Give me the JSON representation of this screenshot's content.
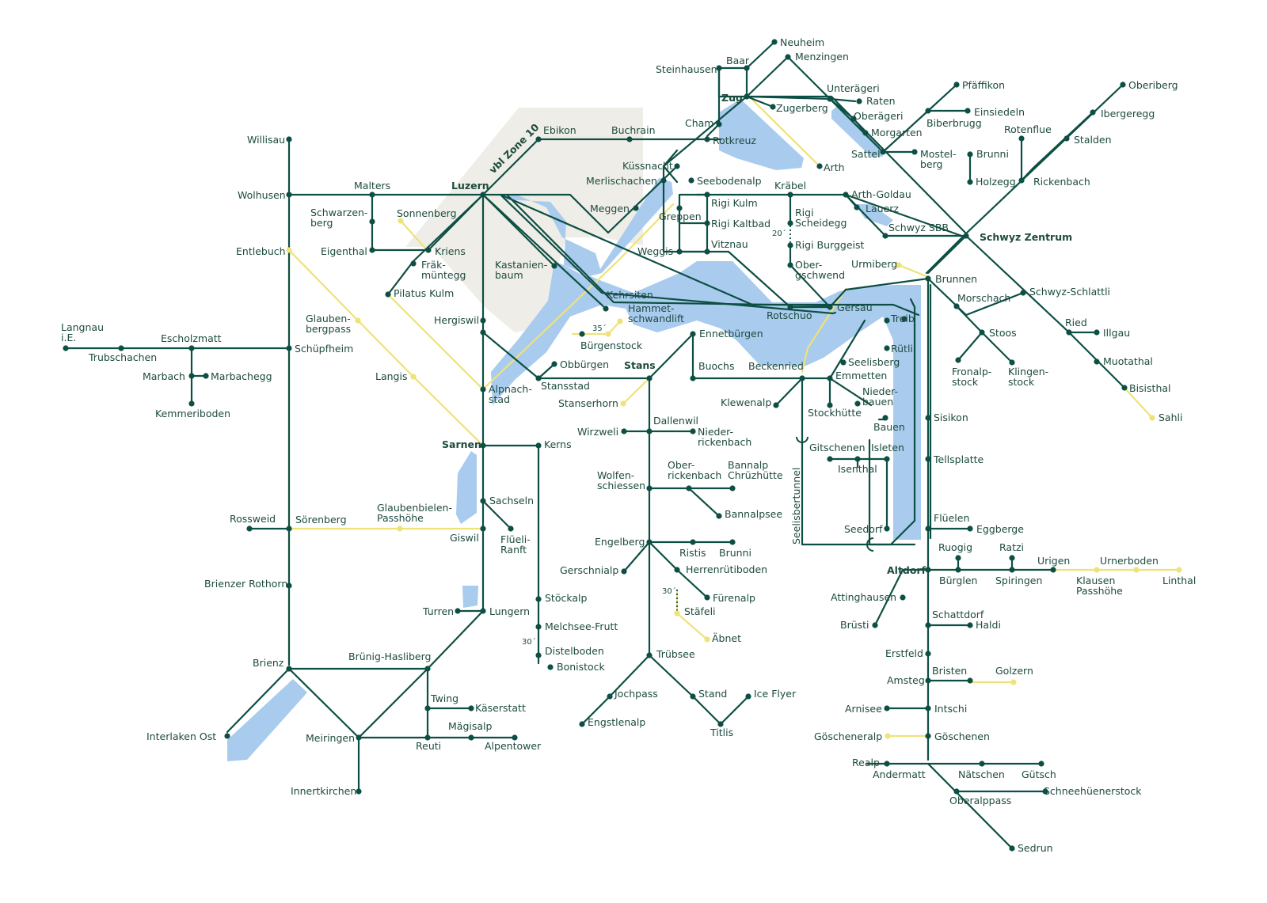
{
  "colors": {
    "line": "#0d4f44",
    "seasonal": "#eee27a",
    "water": "#a9cbee",
    "zone": "#efede7",
    "text": "#1d4b3e",
    "background": "#ffffff"
  },
  "zone": {
    "label": "vbl Zone 10"
  },
  "tunnel": {
    "label": "Seelisbertunnel"
  },
  "headways": {
    "burgenstock": "35´",
    "rigi": "20´",
    "stafeli": "30´",
    "melchsee": "30´"
  },
  "stations": {
    "neuheim": "Neuheim",
    "baar": "Baar",
    "menzingen": "Menzingen",
    "steinhausen": "Steinhausen",
    "zug": "Zug",
    "unterageri": "Unterägeri",
    "raten": "Raten",
    "zugerberg": "Zugerberg",
    "oberageri": "Oberägeri",
    "morgarten": "Morgarten",
    "cham": "Cham",
    "rotkreuz": "Rotkreuz",
    "arth": "Arth",
    "sattel": "Sattel",
    "mostelberg": "Mostel-\nberg",
    "pfaffikon": "Pfäffikon",
    "einsiedeln": "Einsiedeln",
    "biberbrugg": "Biberbrugg",
    "oberiberg": "Oberiberg",
    "ibergeregg": "Ibergeregg",
    "rotenflue": "Rotenflue",
    "stalden": "Stalden",
    "brunni_sz": "Brunni",
    "holzegg": "Holzegg",
    "rickenbach": "Rickenbach",
    "willisau": "Willisau",
    "ebikon": "Ebikon",
    "buchrain": "Buchrain",
    "kussnacht": "Küssnacht",
    "merlischachen": "Merlischachen",
    "seebodenalp": "Seebodenalp",
    "krabel": "Kräbel",
    "arthgoldau": "Arth-Goldau",
    "lauerz": "Lauerz",
    "wolhusen": "Wolhusen",
    "malters": "Malters",
    "luzern": "Luzern",
    "meggen": "Meggen",
    "rigikulm": "Rigi Kulm",
    "greppen": "Greppen",
    "rigikaltbad": "Rigi Kaltbad",
    "rigischeidegg": "Rigi\nScheidegg",
    "schwyzsbb": "Schwyz SBB",
    "schwyzzentrum": "Schwyz Zentrum",
    "schwarzenberg": "Schwarzen-\nberg",
    "sonnenberg": "Sonnenberg",
    "entlebuch": "Entlebuch",
    "eigenthal": "Eigenthal",
    "kriens": "Kriens",
    "weggis": "Weggis",
    "vitznau": "Vitznau",
    "rigiburggeist": "Rigi Burggeist",
    "frakmuntegg": "Fräk-\nmüntegg",
    "kastanienbaum": "Kastanien-\nbaum",
    "obergschwend": "Ober-\ngschwend",
    "urmiberg": "Urmiberg",
    "brunnen": "Brunnen",
    "pilatuskulm": "Pilatus Kulm",
    "schwyzschlattli": "Schwyz-Schlattli",
    "kehrsiten": "Kehrsiten",
    "morschach": "Morschach",
    "hammetschwandlift": "Hammet-\nschwandlift",
    "rotschuo": "Rotschuo",
    "gersau": "Gersau",
    "treib": "Treib",
    "ried": "Ried",
    "langnau": "Langnau\ni.E.",
    "glaubenbergpass": "Glauben-\nbergpass",
    "hergiswil": "Hergiswil",
    "illgau": "Illgau",
    "stoos": "Stoos",
    "escholzmatt": "Escholzmatt",
    "burgenstock": "Bürgenstock",
    "ennetburgen": "Ennetbürgen",
    "schupfheim": "Schüpfheim",
    "trubschachen": "Trubschachen",
    "rutli": "Rütli",
    "muotathal": "Muotathal",
    "seelisberg": "Seelisberg",
    "obburgen": "Obbürgen",
    "stans": "Stans",
    "buochs": "Buochs",
    "beckenried": "Beckenried",
    "marbach": "Marbach",
    "marbachegg": "Marbachegg",
    "langis": "Langis",
    "emmetten": "Emmetten",
    "fronalpstock": "Fronalp-\nstock",
    "klingenstock": "Klingen-\nstock",
    "stansstad": "Stansstad",
    "alpnachstad": "Alpnach-\nstad",
    "niederbauen": "Nieder-\nbauen",
    "bisisthal": "Bisisthal",
    "klewenalp": "Klewenalp",
    "stanserhorn": "Stanserhorn",
    "kemmeriboden": "Kemmeriboden",
    "stockhutte": "Stockhütte",
    "sahli": "Sahli",
    "sisikon": "Sisikon",
    "bauen": "Bauen",
    "dallenwil": "Dallenwil",
    "wirzweli": "Wirzweli",
    "niederrickenbach": "Nieder-\nrickenbach",
    "sarnen": "Sarnen",
    "kerns": "Kerns",
    "gitschenen": "Gitschenen",
    "isleten": "Isleten",
    "tellsplatte": "Tellsplatte",
    "isenthal": "Isenthal",
    "oberrickenbach": "Ober-\nrickenbach",
    "bannalpchruzhutte": "Bannalp\nChrüzhütte",
    "wolfenschiessen": "Wolfen-\nschiessen",
    "sachseln": "Sachseln",
    "bannalpsee": "Bannalpsee",
    "glaubenbielen": "Glaubenbielen-\nPasshöhe",
    "rossweid": "Rossweid",
    "sorenberg": "Sörenberg",
    "flueli": "Flüeli-\nRanft",
    "giswil": "Giswil",
    "fluelen": "Flüelen",
    "seedorf": "Seedorf",
    "eggberge": "Eggberge",
    "engelberg": "Engelberg",
    "ruogig": "Ruogig",
    "ratzi": "Ratzi",
    "ristis": "Ristis",
    "brunni_ow": "Brunni",
    "urigen": "Urigen",
    "urnerboden": "Urnerboden",
    "gerschnialp": "Gerschnialp",
    "herrenrutiboden": "Herrenrütiboden",
    "altdorf": "Altdorf",
    "burglen": "Bürglen",
    "spiringen": "Spiringen",
    "klausenpass": "Klausen\nPasshöhe",
    "linthal": "Linthal",
    "brienzerrothorn": "Brienzer Rothorn",
    "attinghausen": "Attinghausen",
    "furenalp": "Fürenalp",
    "stockalp": "Stöckalp",
    "turren": "Turren",
    "lungern": "Lungern",
    "stafeli": "Stäfeli",
    "schattdorf": "Schattdorf",
    "brusti": "Brüsti",
    "haldi": "Haldi",
    "melchseefrutt": "Melchsee-Frutt",
    "abnet": "Äbnet",
    "distelboden": "Distelboden",
    "erstfeld": "Erstfeld",
    "trubsee": "Trübsee",
    "brienz": "Brienz",
    "brunighasliberg": "Brünig-Hasliberg",
    "bonistock": "Bonistock",
    "bristen": "Bristen",
    "golzern": "Golzern",
    "amsteg": "Amsteg",
    "jochpass": "Jochpass",
    "stand": "Stand",
    "iceflyer": "Ice Flyer",
    "twing": "Twing",
    "kaserstatt": "Käserstatt",
    "arnisee": "Arnisee",
    "intschi": "Intschi",
    "engstlenalp": "Engstlenalp",
    "magisalp": "Mägisalp",
    "titlis": "Titlis",
    "interlakenost": "Interlaken Ost",
    "meiringen": "Meiringen",
    "goscheneralp": "Göscheneralp",
    "goschenen": "Göschenen",
    "reuti": "Reuti",
    "alpentower": "Alpentower",
    "realp": "Realp",
    "andermatt": "Andermatt",
    "natschen": "Nätschen",
    "gutsch": "Gütsch",
    "schneehuenerstock": "Schneehüenerstock",
    "oberalppass": "Oberalppass",
    "innertkirchen": "Innertkirchen",
    "sedrun": "Sedrun"
  }
}
